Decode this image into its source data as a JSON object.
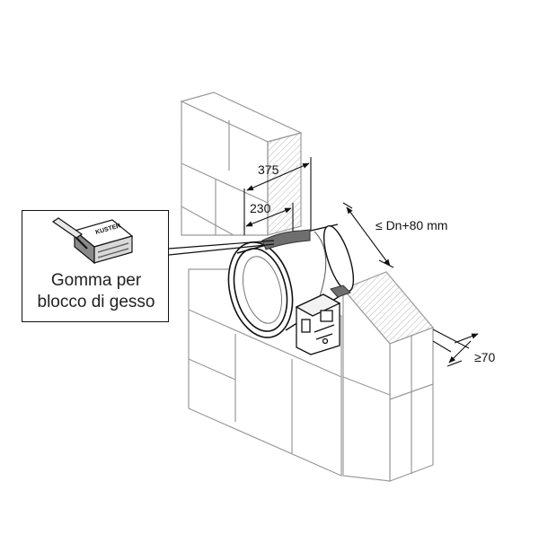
{
  "callout": {
    "line1": "Gomma per",
    "line2": "blocco di gesso",
    "bag_brand": "KUSTER"
  },
  "dimensions": {
    "d375": "375",
    "d230": "230",
    "ddn": "≤ Dn+80 mm",
    "d70": "≥70"
  },
  "colors": {
    "line": "#111111",
    "wall_stroke": "#9a9a9a",
    "seal_fill": "#6f6f6f",
    "sealant_fill": "#8a8a8a"
  }
}
